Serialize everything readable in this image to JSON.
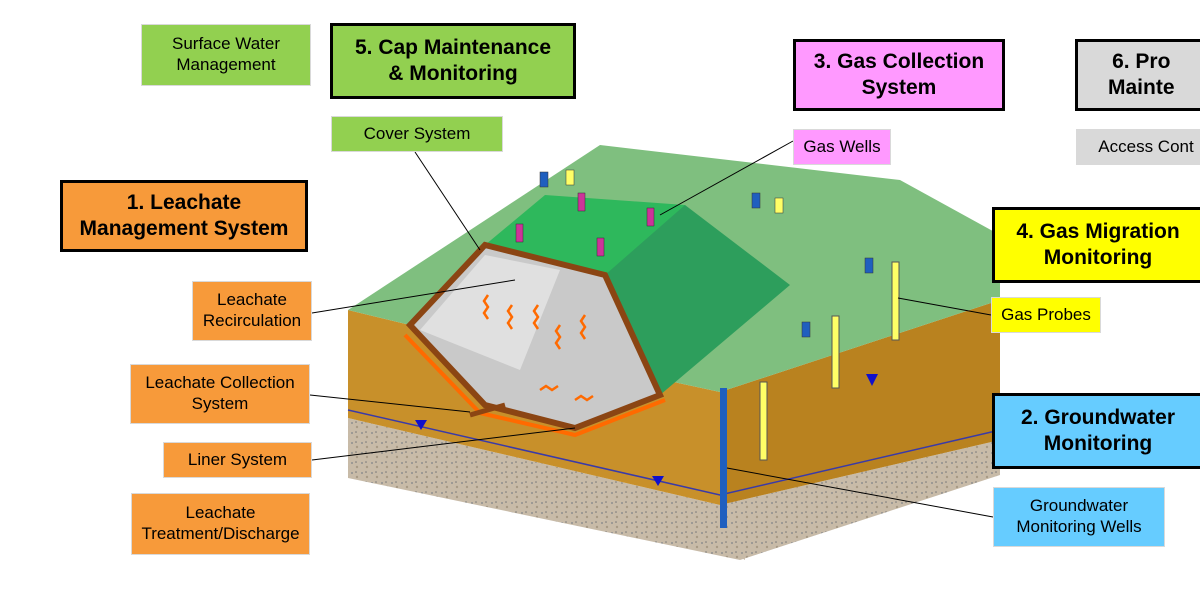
{
  "labels": {
    "surface_water": "Surface Water\nManagement",
    "cap_maintenance": "5.  Cap Maintenance\n& Monitoring",
    "cover_system": "Cover System",
    "leachate_mgmt": "1. Leachate\nManagement System",
    "leachate_recirc": "Leachate\nRecirculation",
    "leachate_collection": "Leachate Collection\nSystem",
    "liner_system": "Liner System",
    "leachate_treatment": "Leachate\nTreatment/Discharge",
    "gas_collection": "3. Gas Collection\nSystem",
    "gas_wells": "Gas Wells",
    "property_maint": "6. Pro\nMainte",
    "access_control": "Access Cont",
    "gas_migration": "4. Gas Migration\nMonitoring",
    "gas_probes": "Gas Probes",
    "groundwater_monitoring": "2. Groundwater\nMonitoring",
    "groundwater_wells": "Groundwater\nMonitoring Wells"
  },
  "colors": {
    "green_label": "#92d050",
    "orange_label": "#f79a3a",
    "pink_label": "#ff99ff",
    "gray_label": "#d9d9d9",
    "yellow_label": "#ffff00",
    "blue_label": "#66ccff",
    "ground_surface": "#7fbf7f",
    "cap_green": "#2eb85c",
    "soil": "#c8902a",
    "landfill_interior": "#c9c9c9",
    "liner": "#ff6a00",
    "water_table": "#3a3aa8"
  }
}
